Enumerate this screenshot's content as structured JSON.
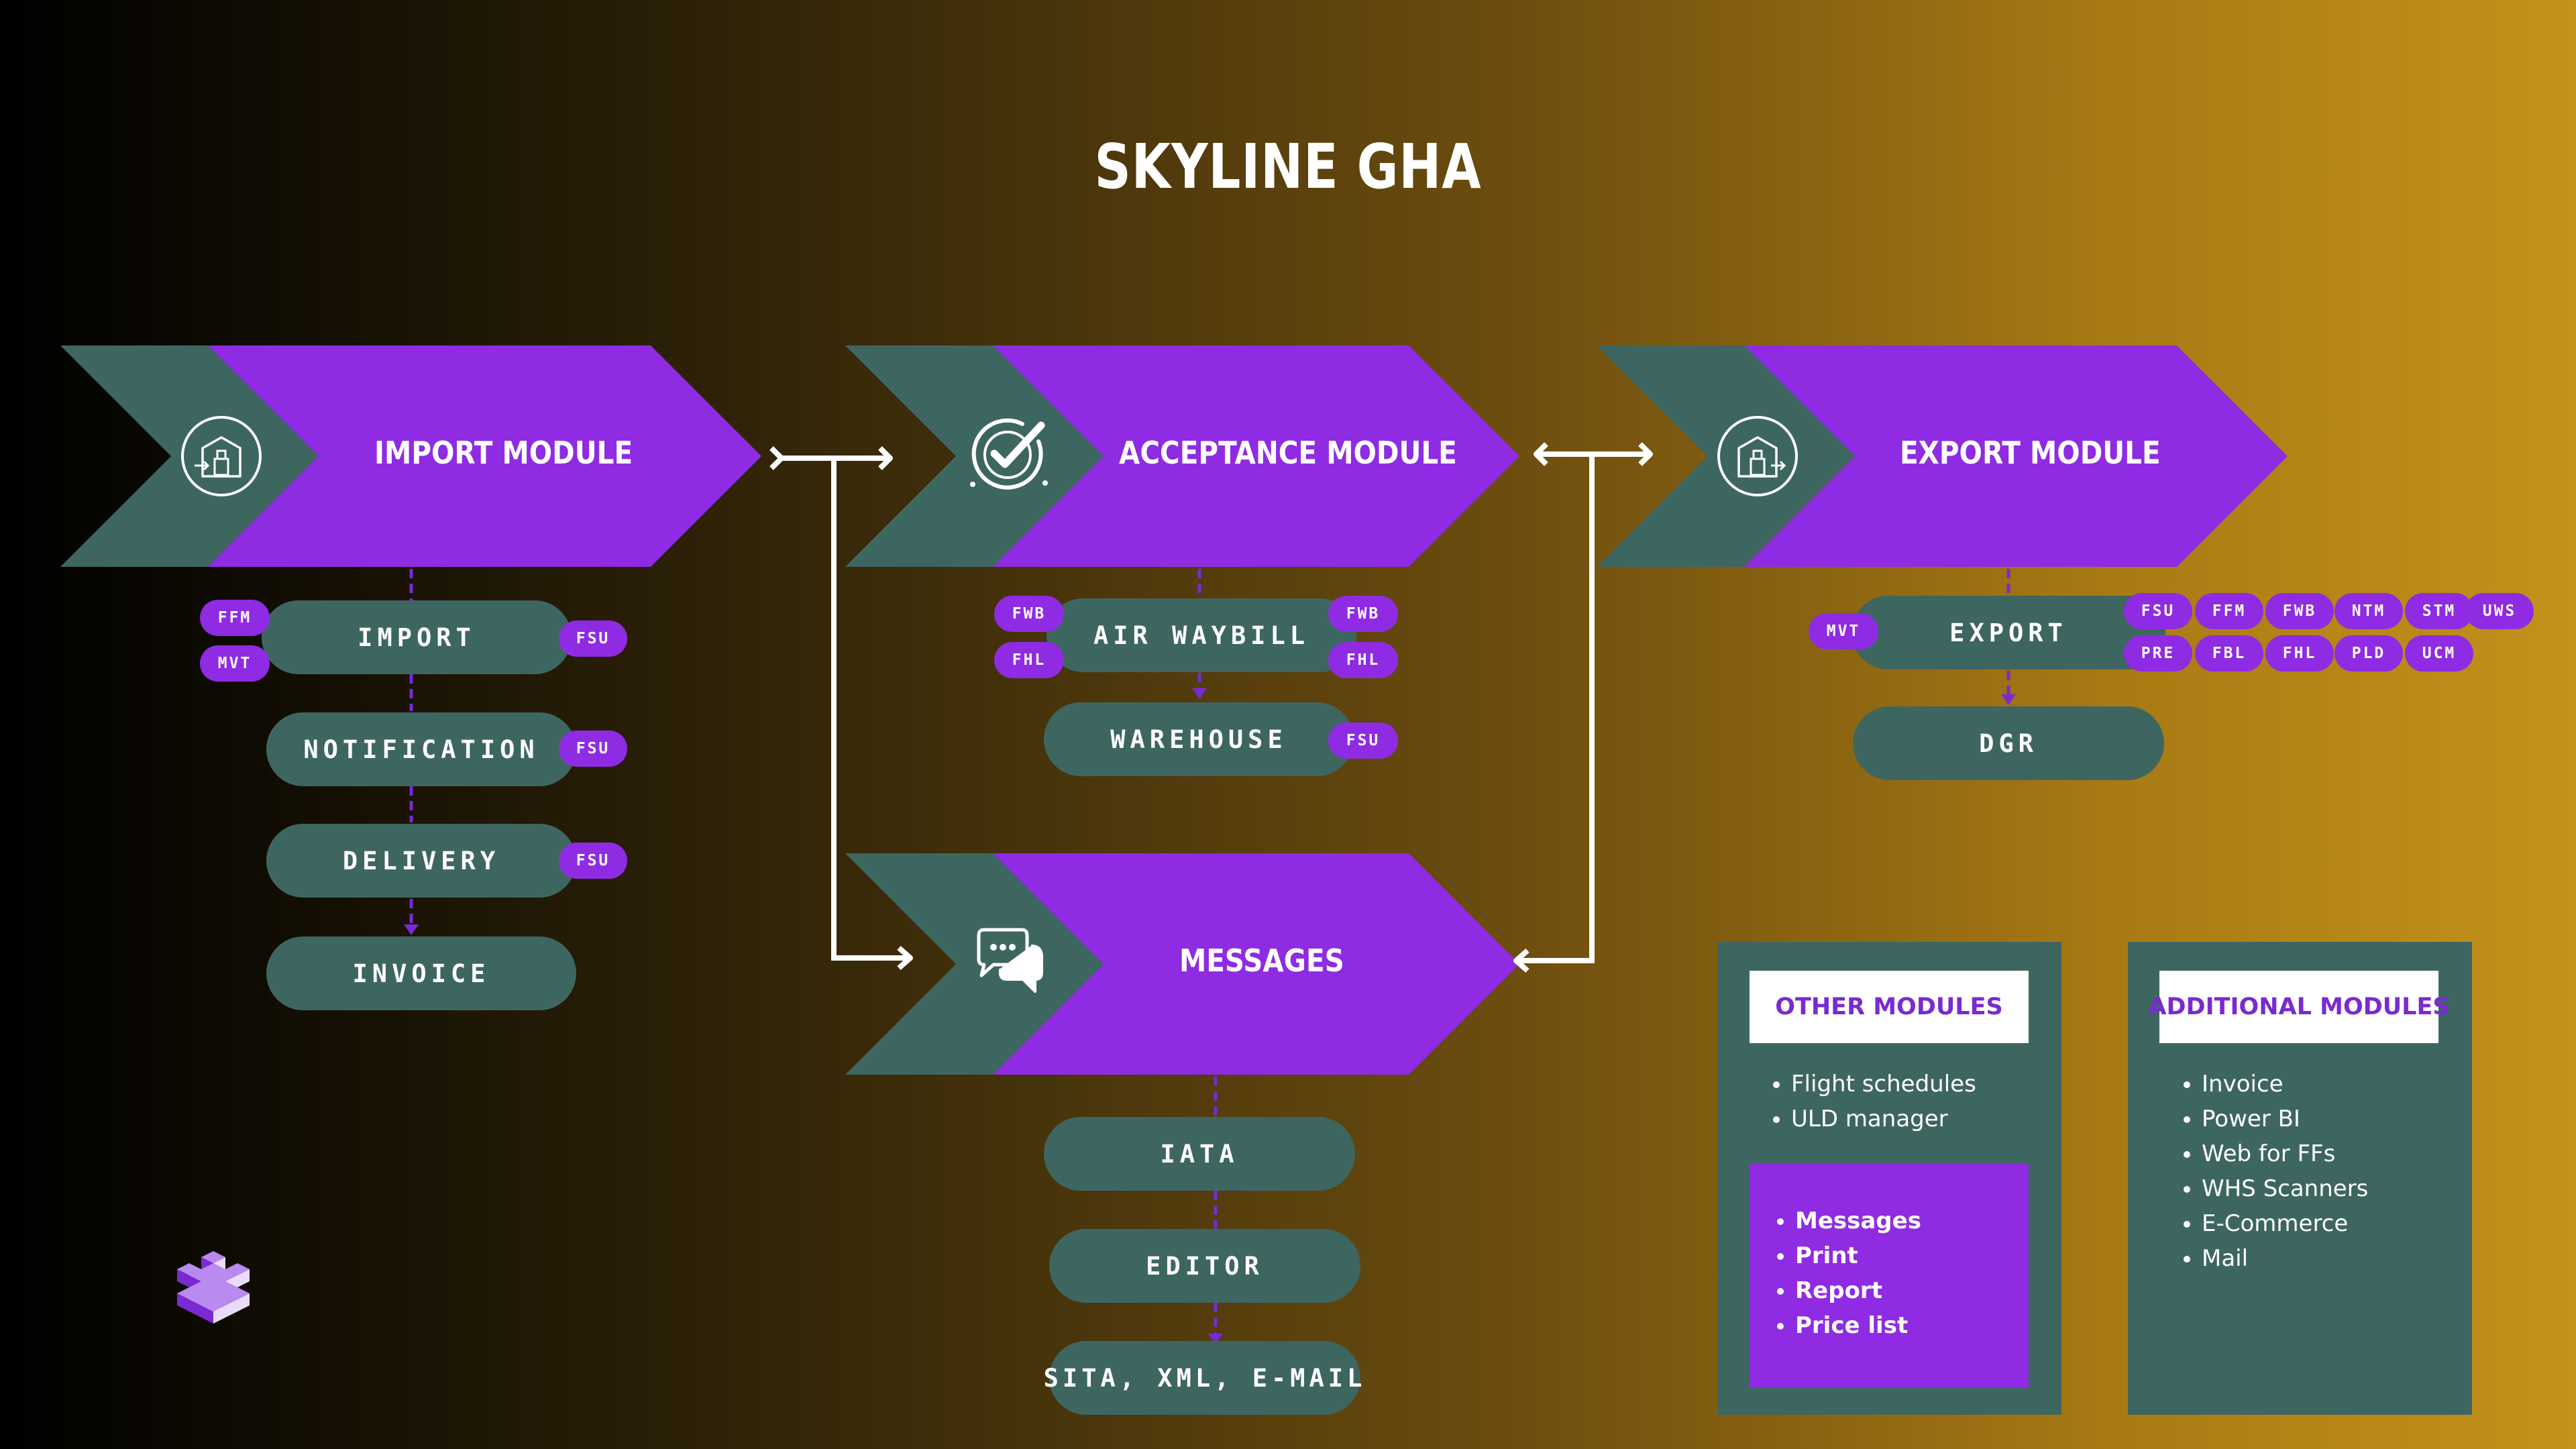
{
  "title": "SKYLINE GHA",
  "modules": {
    "import": {
      "label": "IMPORT MODULE",
      "icon": "warehouse-conveyor-icon"
    },
    "acceptance": {
      "label": "ACCEPTANCE MODULE",
      "icon": "check-badge-icon"
    },
    "export": {
      "label": "EXPORT MODULE",
      "icon": "warehouse-conveyor-icon"
    },
    "messages": {
      "label": "MESSAGES",
      "icon": "chat-bubbles-icon"
    }
  },
  "import_steps": [
    "IMPORT",
    "NOTIFICATION",
    "DELIVERY",
    "INVOICE"
  ],
  "import_tags": {
    "import_left": [
      "FFM",
      "MVT"
    ],
    "import_right": "FSU",
    "notification_right": "FSU",
    "delivery_right": "FSU"
  },
  "acceptance_steps": [
    "AIR WAYBILL",
    "WAREHOUSE"
  ],
  "acceptance_tags": {
    "awb_left": [
      "FWB",
      "FHL"
    ],
    "awb_right": [
      "FWB",
      "FHL"
    ],
    "warehouse_right": "FSU"
  },
  "export_steps": [
    "EXPORT",
    "DGR"
  ],
  "export_tags": {
    "left": "MVT",
    "row1": [
      "FSU",
      "FFM",
      "FWB",
      "NTM",
      "STM",
      "UWS"
    ],
    "row2": [
      "PRE",
      "FBL",
      "FHL",
      "PLD",
      "UCM"
    ]
  },
  "message_steps": [
    "IATA",
    "EDITOR",
    "SITA, XML, E-MAIL"
  ],
  "other_modules": {
    "heading": "OTHER MODULES",
    "items": [
      "Flight schedules",
      "ULD manager"
    ],
    "highlight_items": [
      "Messages",
      "Print",
      "Report",
      "Price list"
    ]
  },
  "additional_modules": {
    "heading": "ADDITIONAL MODULES",
    "items": [
      "Invoice",
      "Power BI",
      "Web for FFs",
      "WHS Scanners",
      "E-Commerce",
      "Mail"
    ]
  },
  "colors": {
    "purple": "#8f2be3",
    "teal": "#3e6660",
    "white": "#ffffff"
  },
  "logo_icon": "isometric-cube-logo-icon"
}
